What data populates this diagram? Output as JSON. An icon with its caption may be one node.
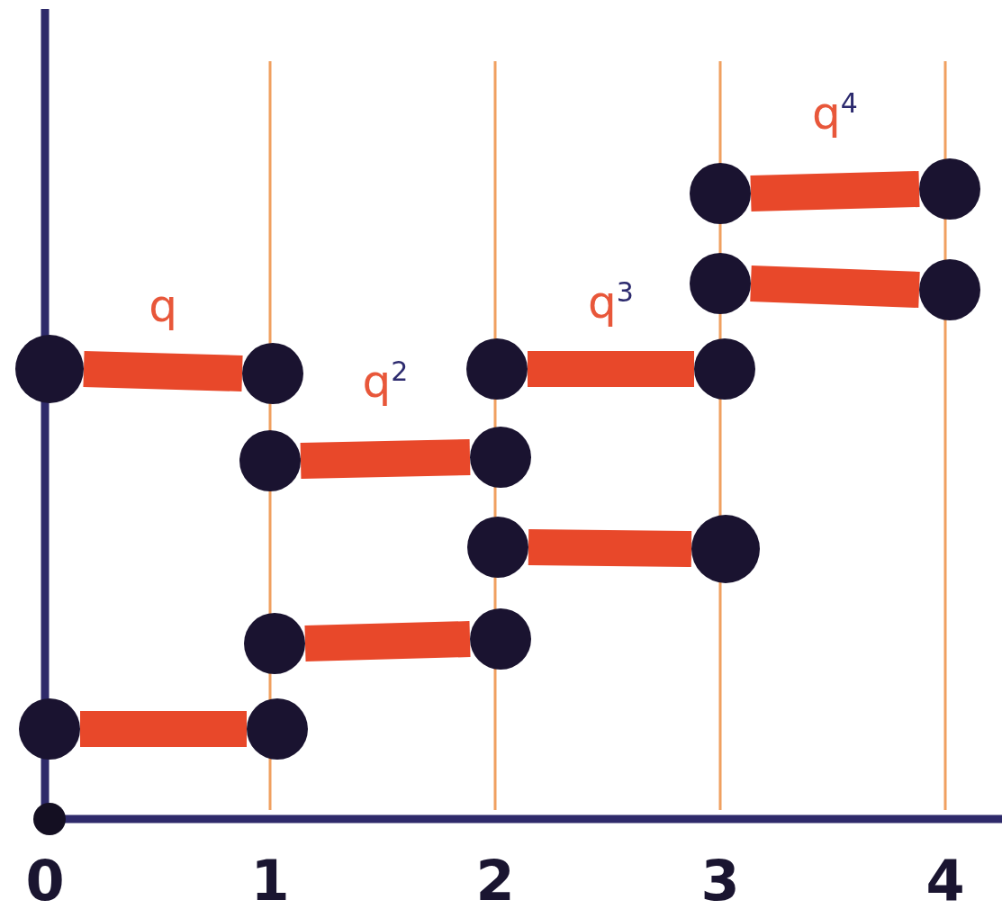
{
  "diagram": {
    "nodes": [
      {
        "text": [],
        "shape": "circle"
      },
      {
        "text": [],
        "shape": "circle"
      },
      {
        "text": [],
        "shape": "circle"
      },
      {
        "text": [],
        "shape": "circle"
      },
      {
        "text": [],
        "shape": "circle"
      },
      {
        "text": [],
        "shape": "circle"
      },
      {
        "text": [],
        "shape": "circle"
      },
      {
        "text": [],
        "shape": "circle"
      },
      {
        "text": [],
        "shape": "circle"
      },
      {
        "text": [],
        "shape": "circle"
      },
      {
        "text": [],
        "shape": "circle"
      },
      {
        "text": [],
        "shape": "circle"
      },
      {
        "text": [],
        "shape": "circle"
      },
      {
        "text": [],
        "shape": "circle"
      },
      {
        "text": [],
        "shape": "circle"
      },
      {
        "text": [],
        "shape": "circle"
      }
    ],
    "edges": [
      {
        "from": 0,
        "to": 2,
        "arrow": "none",
        "label": "q"
      },
      {
        "from": 1,
        "to": 5,
        "arrow": "none"
      },
      {
        "from": 3,
        "to": 7,
        "arrow": "none",
        "label": "q$^{2}$"
      },
      {
        "from": 4,
        "to": 9,
        "arrow": "none"
      },
      {
        "from": 6,
        "to": 12,
        "arrow": "none",
        "label": "q$^{3}$"
      },
      {
        "from": 8,
        "to": 13,
        "arrow": "none"
      },
      {
        "from": 10,
        "to": 14,
        "arrow": "none",
        "label": "q$^{4}$"
      },
      {
        "from": 11,
        "to": 15,
        "arrow": "none"
      }
    ],
    "labels": [
      "0",
      "1",
      "2",
      "3",
      "4"
    ]
  }
}
